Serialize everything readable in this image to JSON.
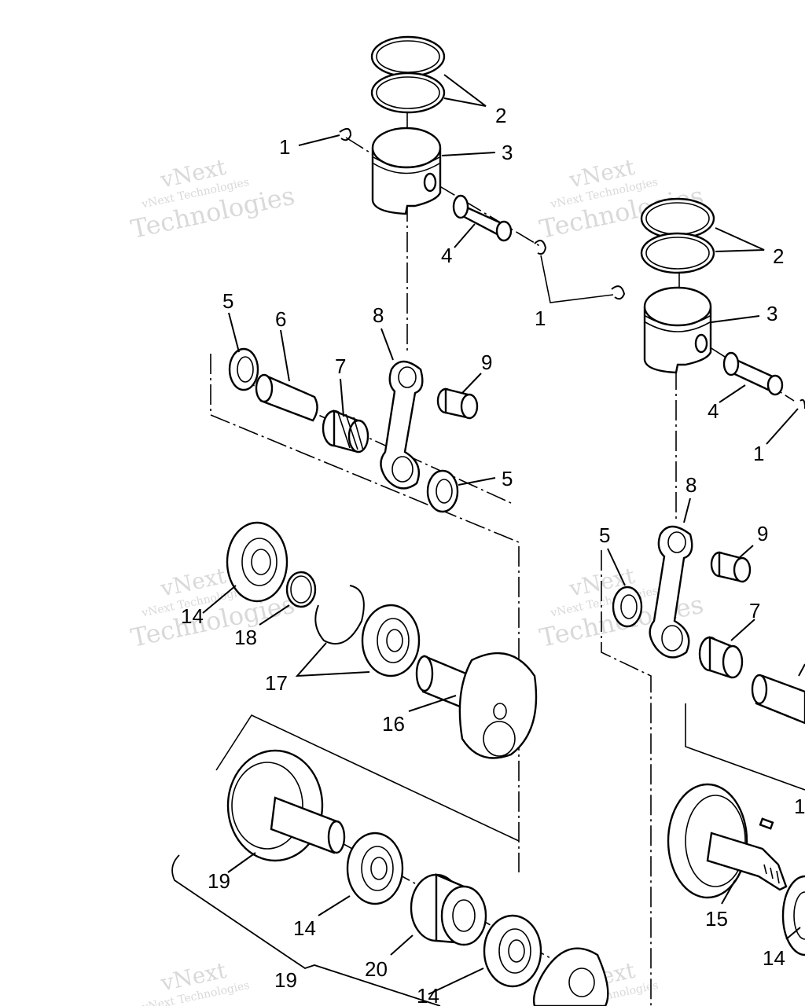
{
  "watermark": {
    "top": "vNext",
    "middle": "vNext Technologies",
    "bottom": "Technologies"
  },
  "callouts": {
    "c_1a": "1",
    "c_2a": "2",
    "c_3a": "3",
    "c_4a": "4",
    "c_5a": "5",
    "c_6": "6",
    "c_7a": "7",
    "c_8a": "8",
    "c_9a": "9",
    "c_5b": "5",
    "c_1b": "1",
    "c_2b": "2",
    "c_3b": "3",
    "c_4b": "4",
    "c_1c": "1",
    "c_8b": "8",
    "c_5c": "5",
    "c_9b": "9",
    "c_7b": "7",
    "c_14a": "14",
    "c_18": "18",
    "c_17": "17",
    "c_16": "16",
    "c_19a": "19",
    "c_14b": "14",
    "c_20": "20",
    "c_19b": "19",
    "c_14c": "14",
    "c_15": "15",
    "c_14d": "14",
    "c_1d": "1"
  }
}
